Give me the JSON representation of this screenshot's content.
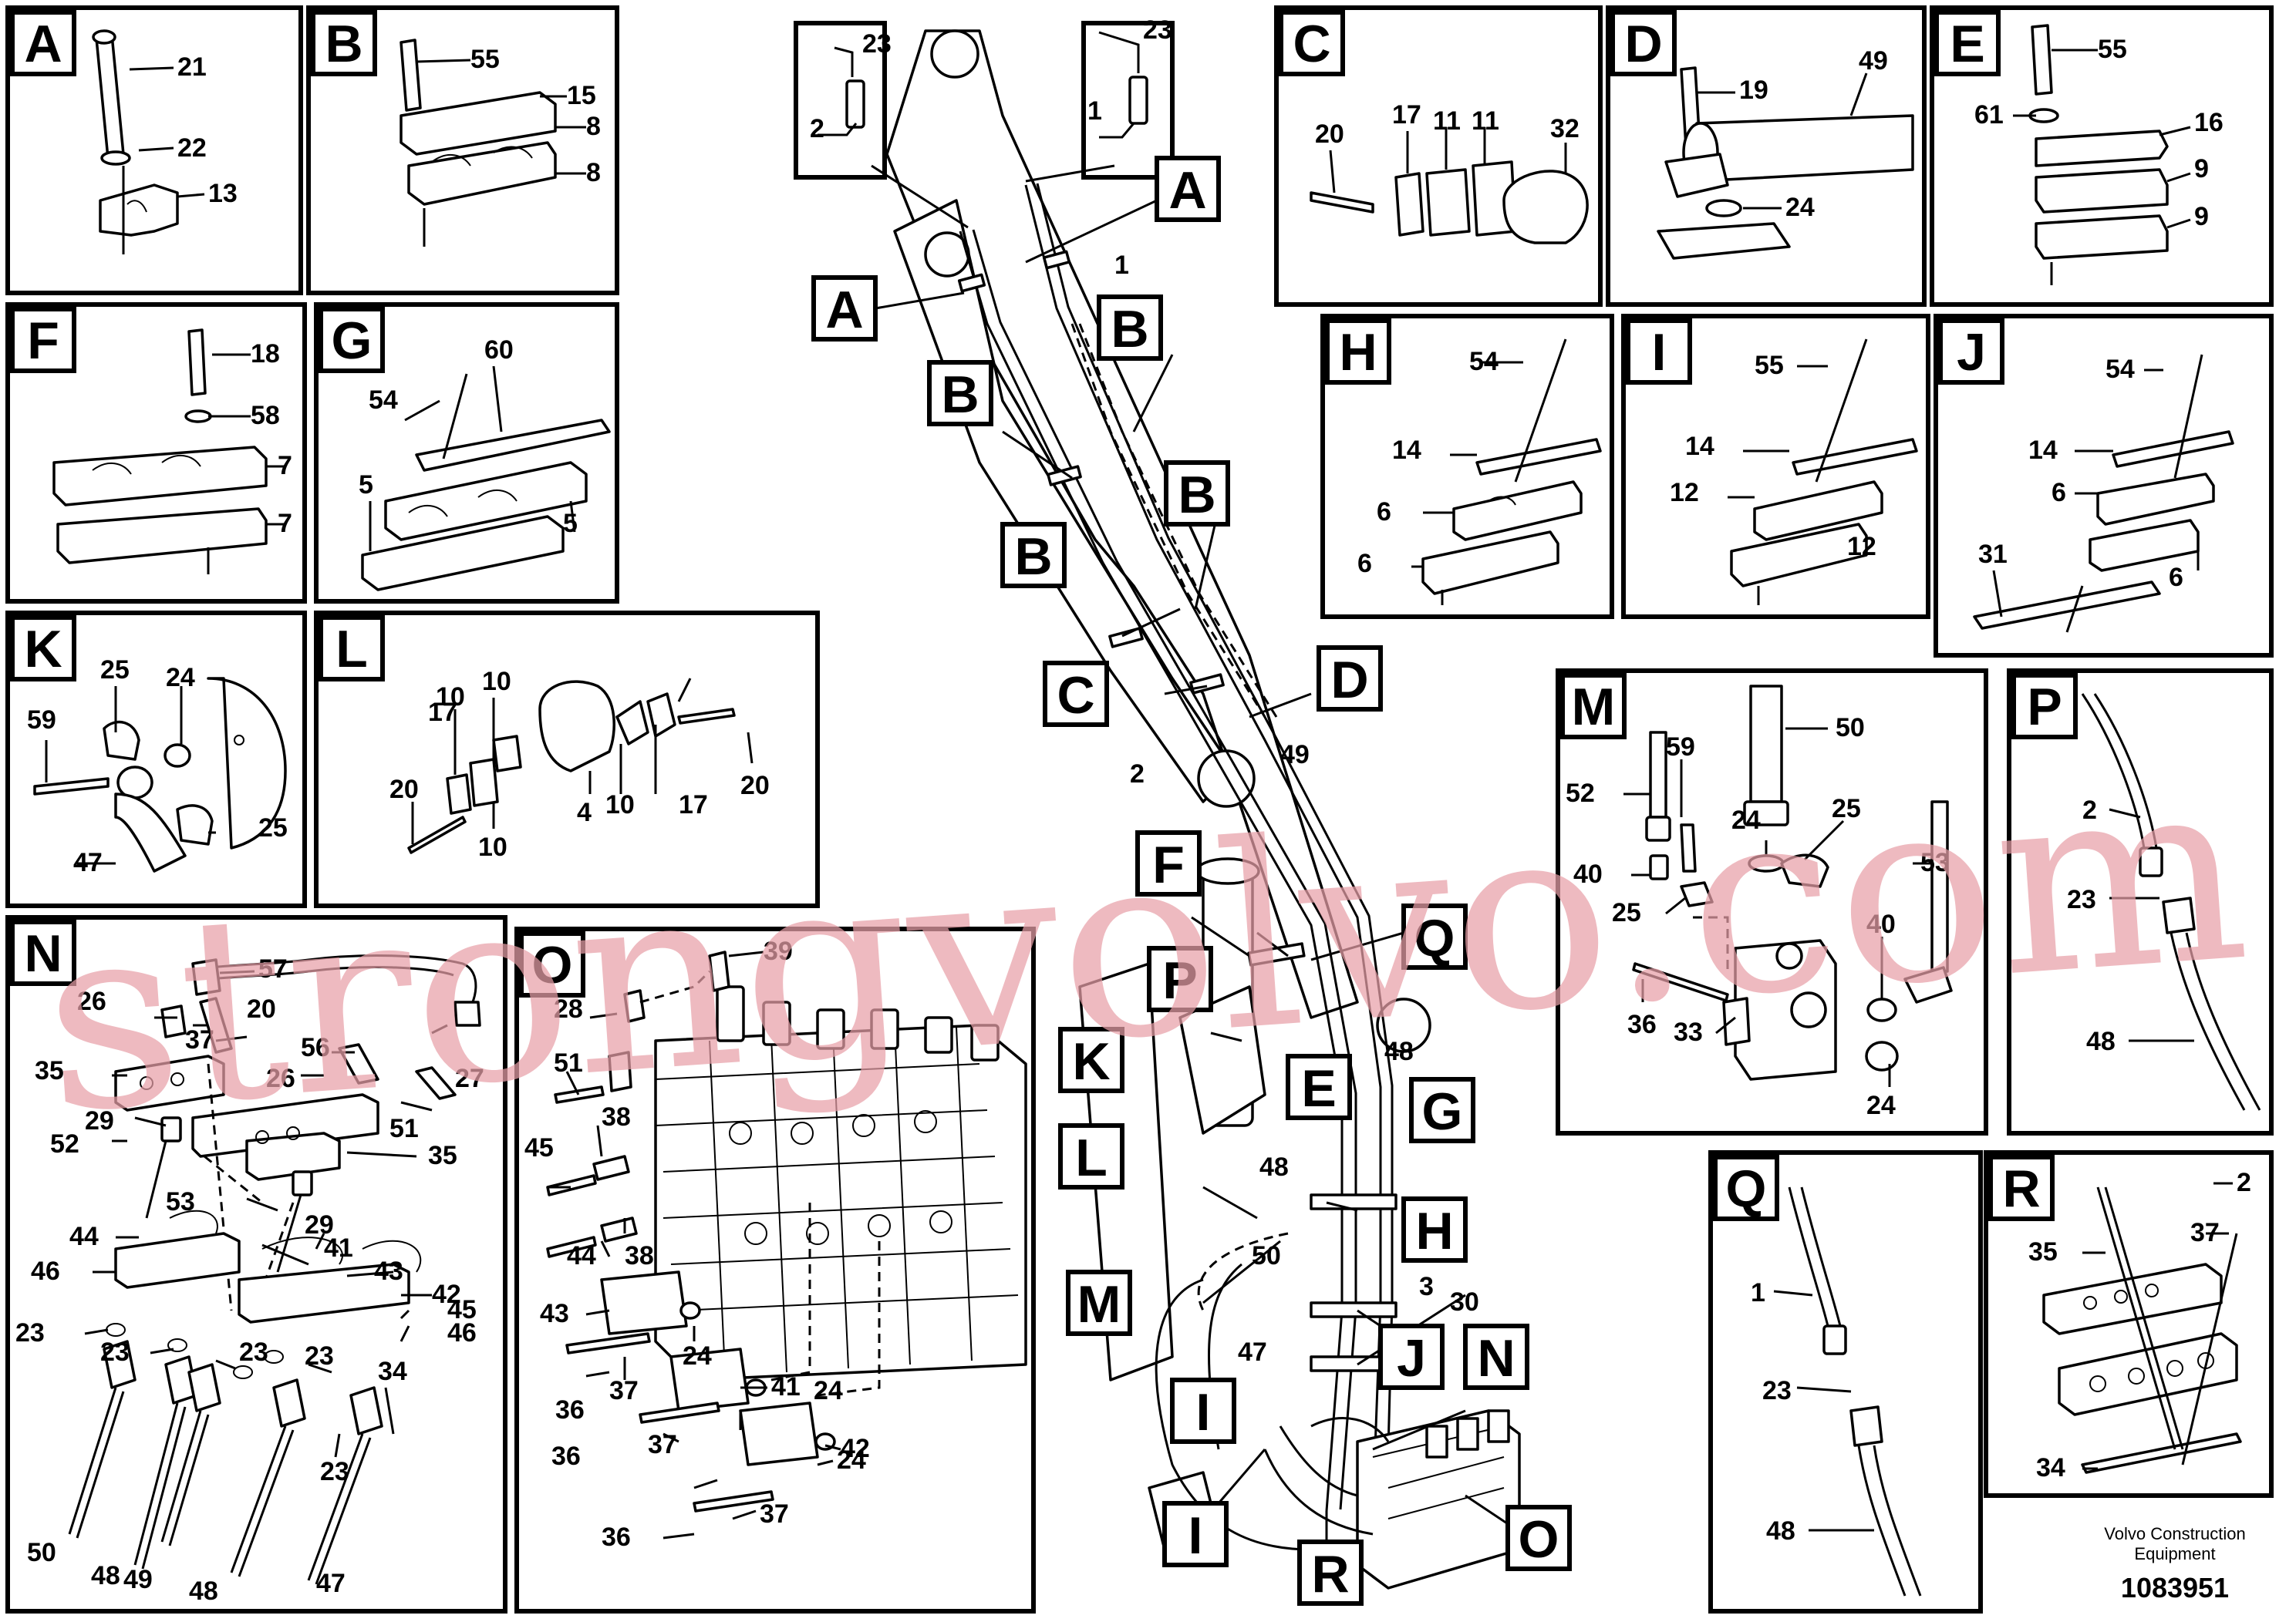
{
  "panels": [
    {
      "letter": "A",
      "labels": [
        "21",
        "22",
        "13"
      ]
    },
    {
      "letter": "B",
      "labels": [
        "55",
        "15",
        "8",
        "8"
      ]
    },
    {
      "letter": "C",
      "labels": [
        "20",
        "17",
        "11",
        "11",
        "32"
      ]
    },
    {
      "letter": "D",
      "labels": [
        "19",
        "49",
        "24"
      ]
    },
    {
      "letter": "E",
      "labels": [
        "55",
        "61",
        "16",
        "9",
        "9"
      ]
    },
    {
      "letter": "F",
      "labels": [
        "18",
        "58",
        "7",
        "7"
      ]
    },
    {
      "letter": "G",
      "labels": [
        "60",
        "54",
        "5",
        "5"
      ]
    },
    {
      "letter": "H",
      "labels": [
        "54",
        "14",
        "6",
        "6"
      ]
    },
    {
      "letter": "I",
      "labels": [
        "55",
        "14",
        "12",
        "12"
      ]
    },
    {
      "letter": "J",
      "labels": [
        "54",
        "14",
        "6",
        "31",
        "6"
      ]
    },
    {
      "letter": "K",
      "labels": [
        "25",
        "24",
        "59",
        "25",
        "47"
      ]
    },
    {
      "letter": "L",
      "labels": [
        "10",
        "10",
        "17",
        "20",
        "10",
        "4",
        "10",
        "17",
        "20"
      ]
    },
    {
      "letter": "M",
      "labels": [
        "50",
        "52",
        "59",
        "24",
        "25",
        "40",
        "25",
        "53",
        "40",
        "36",
        "33",
        "24"
      ]
    },
    {
      "letter": "N",
      "labels": [
        "57",
        "26",
        "20",
        "37",
        "27",
        "35",
        "56",
        "26",
        "29",
        "51",
        "35",
        "52",
        "53",
        "29",
        "44",
        "41",
        "46",
        "43",
        "42",
        "23",
        "23",
        "23",
        "23",
        "45",
        "46",
        "34",
        "23",
        "50",
        "48",
        "49",
        "48",
        "47"
      ]
    },
    {
      "letter": "O",
      "labels": [
        "39",
        "28",
        "51",
        "38",
        "45",
        "44",
        "38",
        "43",
        "24",
        "36",
        "37",
        "41",
        "24",
        "36",
        "37",
        "42",
        "24",
        "36",
        "37"
      ]
    },
    {
      "letter": "P",
      "labels": [
        "2",
        "23",
        "48"
      ]
    },
    {
      "letter": "Q",
      "labels": [
        "1",
        "23",
        "48"
      ]
    },
    {
      "letter": "R",
      "labels": [
        "2",
        "37",
        "35",
        "34"
      ]
    }
  ],
  "overview": {
    "top_inset_left": {
      "labels": [
        "23",
        "2"
      ]
    },
    "top_inset_right": {
      "labels": [
        "23",
        "1"
      ]
    },
    "callouts": [
      "A",
      "A",
      "B",
      "B",
      "B",
      "B",
      "C",
      "D",
      "F",
      "P",
      "Q",
      "E",
      "G",
      "K",
      "L",
      "M",
      "H",
      "I",
      "J",
      "N",
      "I",
      "R",
      "O"
    ],
    "numbers": [
      "1",
      "2",
      "49",
      "48",
      "48",
      "50",
      "3",
      "30",
      "47"
    ]
  },
  "watermark": "strongvolvo.com",
  "footer": {
    "company_line1": "Volvo Construction",
    "company_line2": "Equipment",
    "drawing_number": "1083951"
  },
  "colors": {
    "ink": "#000000",
    "watermark": "#e8a0a8",
    "background": "#ffffff"
  }
}
